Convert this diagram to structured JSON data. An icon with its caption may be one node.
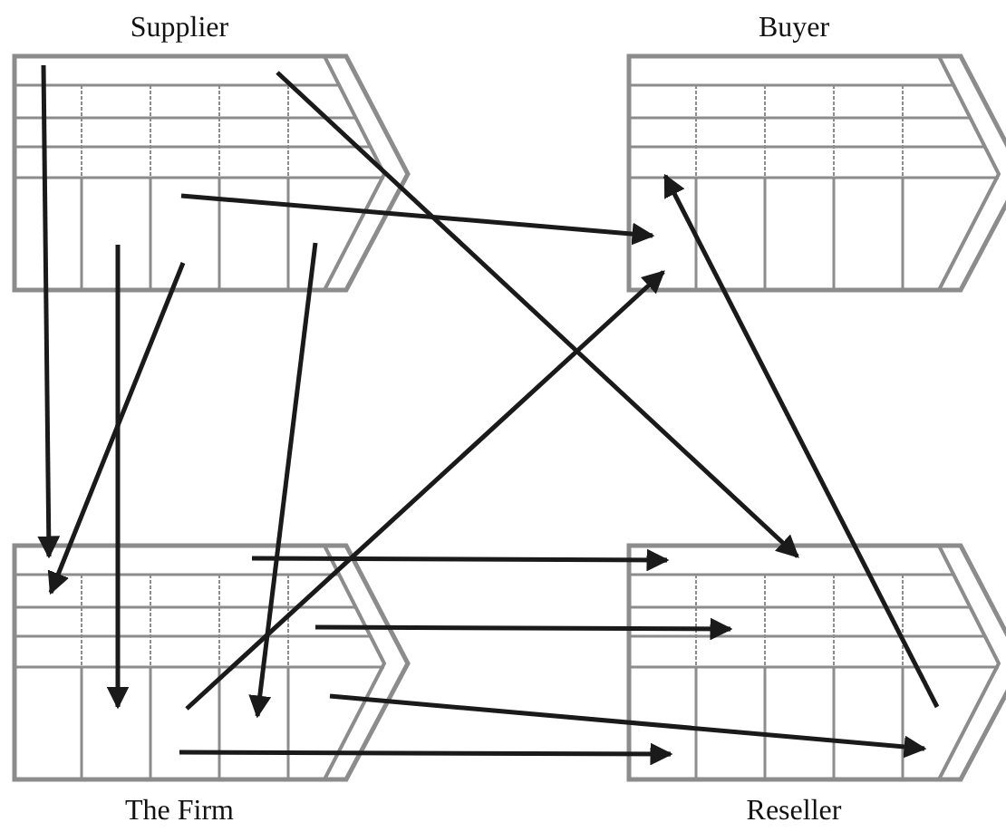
{
  "diagram": {
    "nodes": [
      {
        "text": [
          "Supplier"
        ]
      },
      {
        "text": [
          "Buyer"
        ]
      },
      {
        "text": [
          "The Firm"
        ]
      },
      {
        "text": [
          "Reseller"
        ]
      }
    ],
    "edges": [
      {
        "from": 0,
        "to": 2,
        "arrow": "to"
      },
      {
        "from": 0,
        "to": 2,
        "arrow": "to"
      },
      {
        "from": 0,
        "to": 2,
        "arrow": "to"
      },
      {
        "from": 0,
        "to": 2,
        "arrow": "to"
      },
      {
        "from": 0,
        "to": 1,
        "arrow": "to"
      },
      {
        "from": 0,
        "to": 3,
        "arrow": "to"
      },
      {
        "from": 2,
        "to": 1,
        "arrow": "to"
      },
      {
        "from": 2,
        "to": 3,
        "arrow": "to"
      },
      {
        "from": 2,
        "to": 3,
        "arrow": "to"
      },
      {
        "from": 2,
        "to": 3,
        "arrow": "to"
      },
      {
        "from": 2,
        "to": 3,
        "arrow": "to"
      },
      {
        "from": 3,
        "to": 1,
        "arrow": "to"
      }
    ]
  }
}
